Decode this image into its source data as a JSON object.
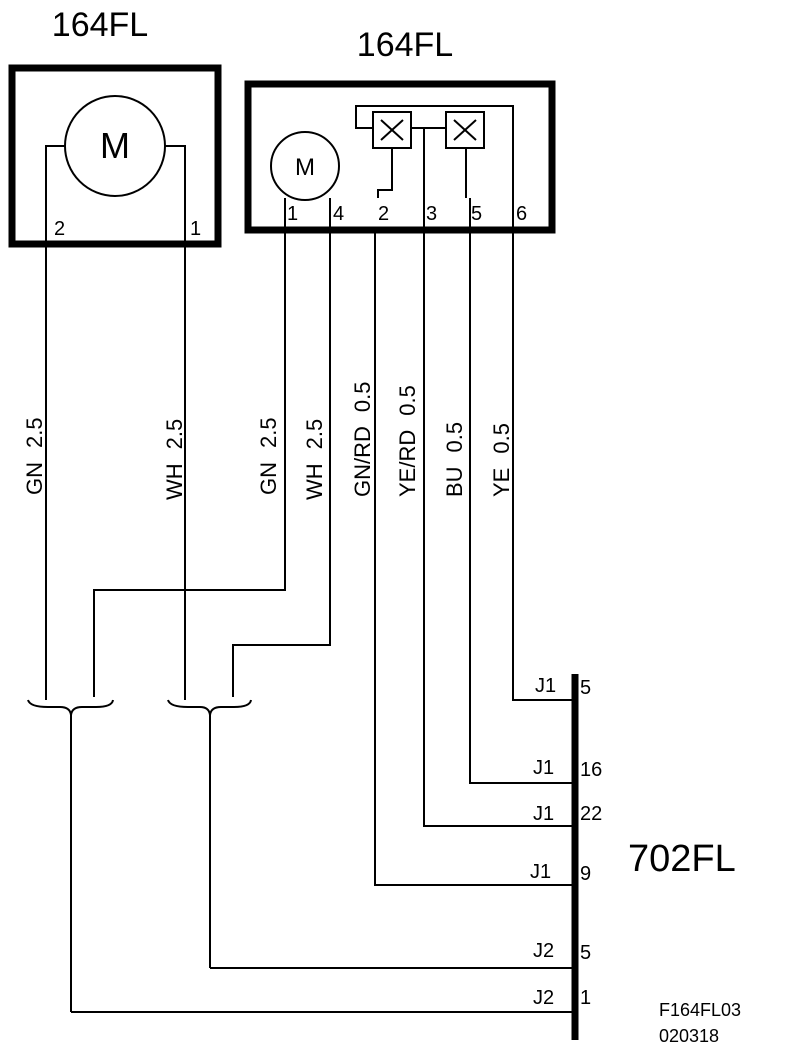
{
  "diagram": {
    "component_left": {
      "label": "164FL",
      "motor_symbol": "M",
      "pins": [
        "2",
        "1"
      ]
    },
    "component_right": {
      "label": "164FL",
      "motor_symbol": "M",
      "pins": [
        "1",
        "4",
        "2",
        "3",
        "5",
        "6"
      ]
    },
    "wires": [
      {
        "color": "GN",
        "size": "2.5"
      },
      {
        "color": "WH",
        "size": "2.5"
      },
      {
        "color": "GN",
        "size": "2.5"
      },
      {
        "color": "WH",
        "size": "2.5"
      },
      {
        "color": "GN/RD",
        "size": "0.5"
      },
      {
        "color": "YE/RD",
        "size": "0.5"
      },
      {
        "color": "BU",
        "size": "0.5"
      },
      {
        "color": "YE",
        "size": "0.5"
      }
    ],
    "connector": {
      "label": "702FL",
      "pins": [
        {
          "connector": "J1",
          "pin": "5"
        },
        {
          "connector": "J1",
          "pin": "16"
        },
        {
          "connector": "J1",
          "pin": "22"
        },
        {
          "connector": "J1",
          "pin": "9"
        },
        {
          "connector": "J2",
          "pin": "5"
        },
        {
          "connector": "J2",
          "pin": "1"
        }
      ]
    },
    "figure_id": "F164FL03",
    "figure_date": "020318"
  }
}
